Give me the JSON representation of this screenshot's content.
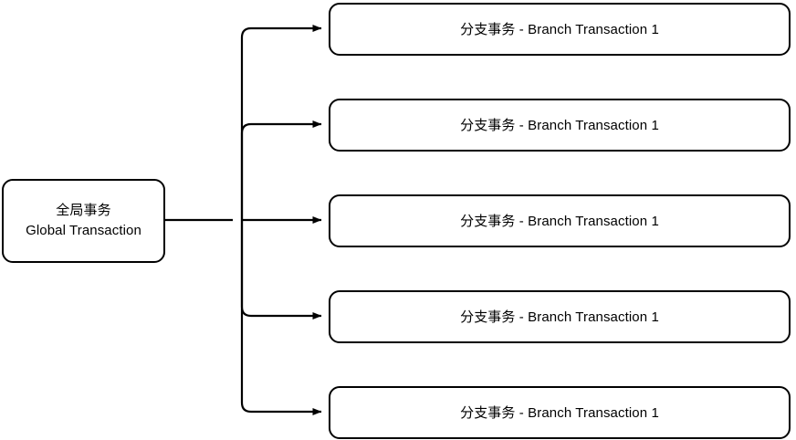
{
  "diagram": {
    "type": "flow-diagram",
    "orientation": "left-to-right",
    "background_color": "#ffffff",
    "stroke_color": "#000000",
    "text_color": "#000000",
    "source": {
      "id": "global-transaction",
      "label": "全局事务\nGlobal Transaction",
      "label_lines": [
        "全局事务",
        "Global Transaction"
      ],
      "shape": "rounded-rectangle"
    },
    "targets": [
      {
        "id": "branch-transaction-1",
        "label": "分支事务 - Branch Transaction 1",
        "shape": "rounded-rectangle"
      },
      {
        "id": "branch-transaction-2",
        "label": "分支事务 - Branch Transaction 1",
        "shape": "rounded-rectangle"
      },
      {
        "id": "branch-transaction-3",
        "label": "分支事务 - Branch Transaction 1",
        "shape": "rounded-rectangle"
      },
      {
        "id": "branch-transaction-4",
        "label": "分支事务 - Branch Transaction 1",
        "shape": "rounded-rectangle"
      },
      {
        "id": "branch-transaction-5",
        "label": "分支事务 - Branch Transaction 1",
        "shape": "rounded-rectangle"
      }
    ],
    "edges": [
      {
        "id": "edge-to-branch-1",
        "from": "global-transaction",
        "to": "branch-transaction-1",
        "arrow": "single",
        "style": "orthogonal-rounded"
      },
      {
        "id": "edge-to-branch-2",
        "from": "global-transaction",
        "to": "branch-transaction-2",
        "arrow": "single",
        "style": "orthogonal-rounded"
      },
      {
        "id": "edge-to-branch-3",
        "from": "global-transaction",
        "to": "branch-transaction-3",
        "arrow": "single",
        "style": "straight"
      },
      {
        "id": "edge-to-branch-4",
        "from": "global-transaction",
        "to": "branch-transaction-4",
        "arrow": "single",
        "style": "orthogonal-rounded"
      },
      {
        "id": "edge-to-branch-5",
        "from": "global-transaction",
        "to": "branch-transaction-5",
        "arrow": "single",
        "style": "orthogonal-rounded"
      }
    ]
  }
}
